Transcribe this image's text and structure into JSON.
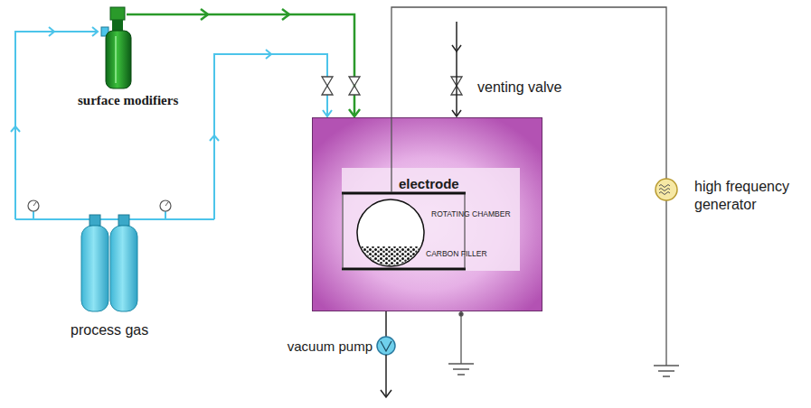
{
  "diagram": {
    "nodes": [
      {
        "text": [
          "electrode",
          "ROTATING CHAMBER",
          "CARBON FILLER"
        ]
      }
    ],
    "labels": [
      "venting valve",
      "surface modifiers",
      "high frequency generator",
      "process gas",
      "vacuum pump"
    ]
  }
}
